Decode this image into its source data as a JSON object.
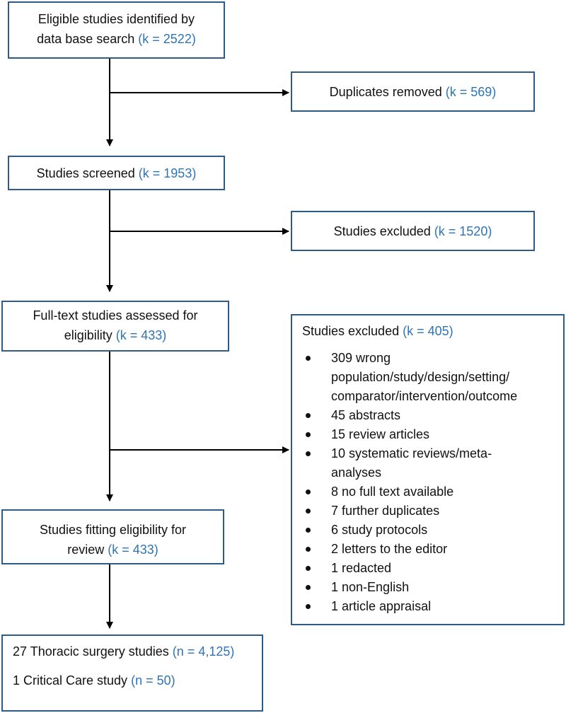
{
  "flow": {
    "identified": {
      "line1": "Eligible studies identified by",
      "line2": "data base search",
      "count": "(k = 2522)"
    },
    "duplicates": {
      "text": "Duplicates removed",
      "count": "(k = 569)"
    },
    "screened": {
      "text": "Studies screened",
      "count": "(k = 1953)"
    },
    "excluded1": {
      "text": "Studies excluded",
      "count": "(k = 1520)"
    },
    "fulltext": {
      "line1": "Full-text studies assessed for",
      "line2": "eligibility",
      "count": "(k = 433)"
    },
    "excluded2": {
      "title": "Studies excluded",
      "count": "(k = 405)",
      "reasons": [
        {
          "l1": "309 wrong",
          "l2": "population/study/design/setting/",
          "l3": "comparator/intervention/outcome"
        },
        {
          "l1": "45 abstracts"
        },
        {
          "l1": "15 review articles"
        },
        {
          "l1": "10 systematic reviews/meta-",
          "l2": "analyses"
        },
        {
          "l1": "8 no full text available"
        },
        {
          "l1": "7 further duplicates"
        },
        {
          "l1": "6 study protocols"
        },
        {
          "l1": "2 letters to the editor"
        },
        {
          "l1": "1 redacted"
        },
        {
          "l1": "1 non-English"
        },
        {
          "l1": "1 article appraisal"
        }
      ]
    },
    "fitting": {
      "line1": "Studies fitting eligibility for",
      "line2": "review",
      "count": "(k = 433)"
    },
    "final": {
      "thoracic": {
        "text": "27 Thoracic surgery studies",
        "count": "(n = 4,125)"
      },
      "critical": {
        "text": "1 Critical Care study",
        "count": "(n = 50)"
      }
    }
  },
  "colors": {
    "box_border": "#2e5c8a",
    "count_text": "#2e74b5",
    "arrow": "#000000"
  }
}
